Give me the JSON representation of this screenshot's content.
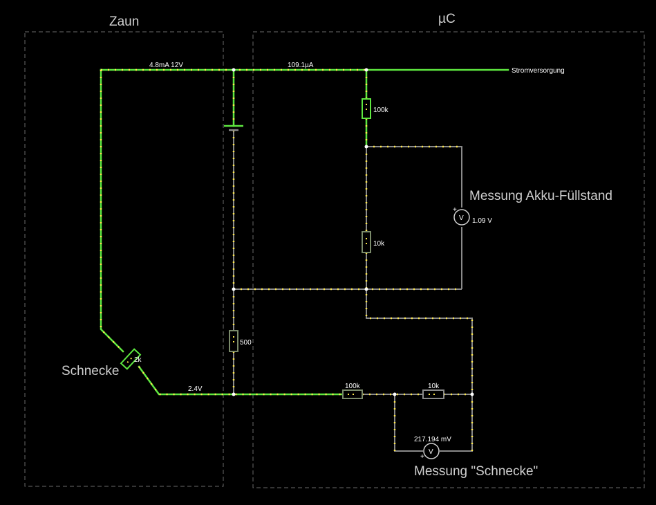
{
  "regions": {
    "fence_label": "Zaun",
    "micro_label": "µC"
  },
  "labels": {
    "current_top_left": "4.8mA 12V",
    "current_top_mid": "109.1µA",
    "power_supply": "Stromversorgung",
    "r_100k_top": "100k",
    "r_10k_mid": "10k",
    "r_500": "500",
    "r_2k": "2k",
    "r_100k_bottom": "100k",
    "r_10k_bottom": "10k",
    "voltage_bottom_left": "2.4V",
    "snail": "Schnecke",
    "measure_battery": "Messung Akku-Füllstand",
    "battery_reading": "1.09 V",
    "measure_snail": "Messung \"Schnecke\"",
    "snail_reading": "217.194 mV",
    "voltmeter_symbol": "V",
    "plus_sign": "+"
  },
  "colors": {
    "active_wire": "#5ee840",
    "idle_wire": "#8a8a8a",
    "current_dot": "#ffe94d",
    "region_border": "#6a6a6a",
    "text": "#cfcfcf"
  }
}
